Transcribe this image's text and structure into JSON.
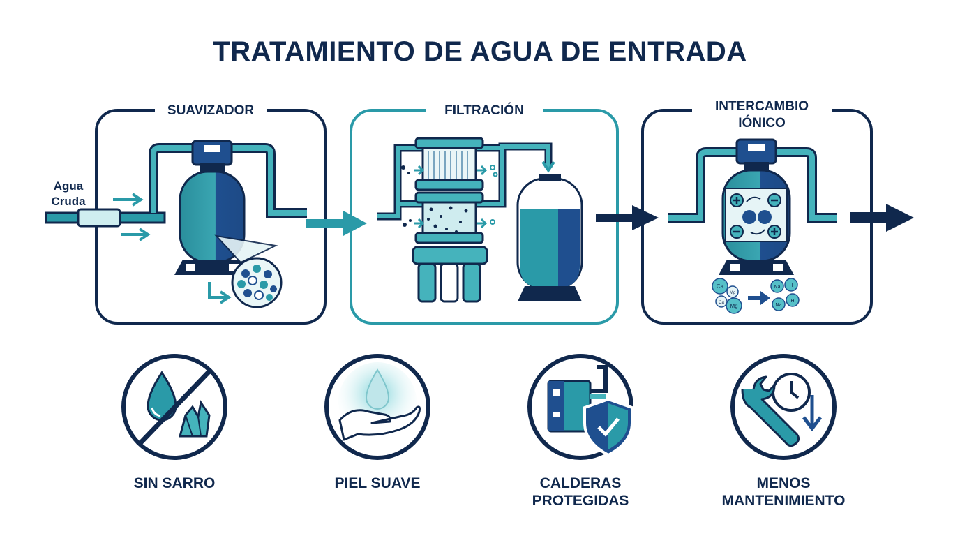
{
  "title": "TRATAMIENTO DE AGUA DE ENTRADA",
  "input": {
    "line1": "Agua",
    "line2": "Cruda"
  },
  "stages": [
    {
      "label": "SUAVIZADOR"
    },
    {
      "label": "FILTRACIÓN"
    },
    {
      "label_line1": "INTERCAMBIO",
      "label_line2": "IÓNICO"
    }
  ],
  "ions": {
    "before": [
      "Ca",
      "Mg",
      "Ca",
      "Mg"
    ],
    "after": [
      "Na",
      "H",
      "Na",
      "H"
    ]
  },
  "benefits": [
    {
      "label": "SIN SARRO",
      "icon": "no-scale-icon"
    },
    {
      "label": "PIEL SUAVE",
      "icon": "soft-skin-icon"
    },
    {
      "label_line1": "CALDERAS",
      "label_line2": "PROTEGIDAS",
      "icon": "protected-boiler-icon"
    },
    {
      "label_line1": "MENOS",
      "label_line2": "MANTENIMIENTO",
      "icon": "maintenance-icon"
    }
  ],
  "colors": {
    "navy": "#10284d",
    "teal": "#2a9aa8",
    "tealLight": "#56c0c8",
    "blue": "#1f4f8f"
  }
}
